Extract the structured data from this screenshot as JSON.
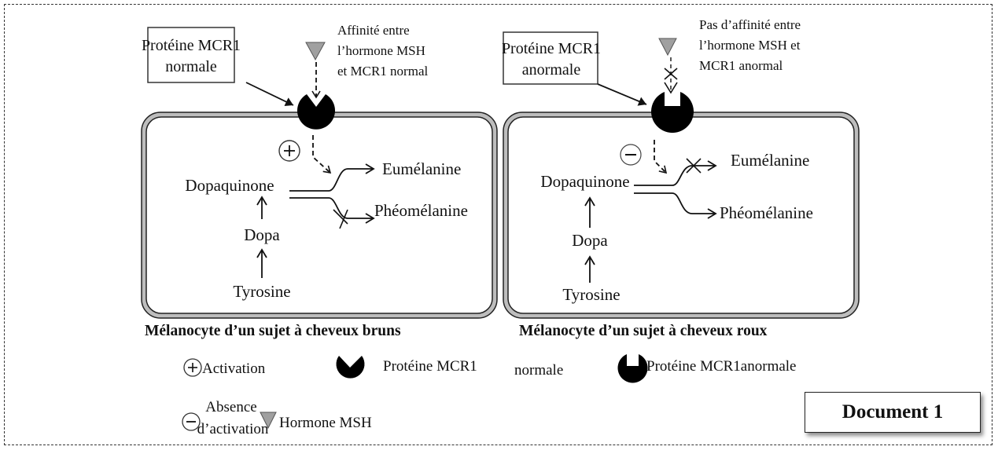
{
  "document_label": "Document 1",
  "panels": {
    "left": {
      "protein_box": [
        "Protéine MCR1",
        "normale"
      ],
      "hormone_note": [
        "Affinité entre",
        "l’hormone MSH",
        "et MCR1 normal"
      ],
      "regulation_symbol": "+",
      "products": {
        "top": "Eumélanine",
        "bottom": "Phéomélanine"
      },
      "blocked_product": "Phéomélanine",
      "pathway": [
        "Dopaquinone",
        "Dopa",
        "Tyrosine"
      ],
      "caption": "Mélanocyte d’un sujet à cheveux bruns"
    },
    "right": {
      "protein_box": [
        "Protéine MCR1",
        "anormale"
      ],
      "hormone_note": [
        "Pas d’affinité entre",
        "l’hormone MSH et",
        "MCR1 anormal"
      ],
      "regulation_symbol": "−",
      "products": {
        "top": "Eumélanine",
        "bottom": "Phéomélanine"
      },
      "blocked_product": "Eumélanine",
      "pathway": [
        "Dopaquinone",
        "Dopa",
        "Tyrosine"
      ],
      "caption": "Mélanocyte d’un sujet à cheveux roux"
    }
  },
  "legend": {
    "activation": "Activation",
    "absence_activation": [
      "Absence",
      "d’activation"
    ],
    "normal_protein_a": "Protéine MCR1",
    "normal_protein_b": "normale",
    "abnormal_protein": "Protéine MCR1anormale",
    "hormone": "Hormone MSH"
  },
  "colors": {
    "hormone_fill": "#a0a0a0",
    "membrane_fill": "#bdbdbd",
    "receptor_fill": "#000000"
  }
}
